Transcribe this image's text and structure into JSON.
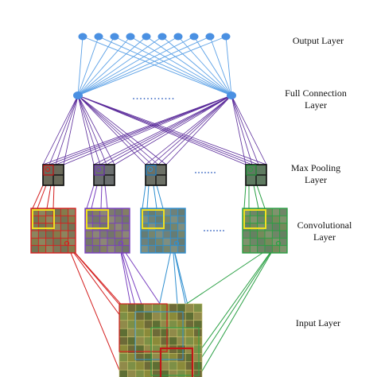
{
  "labels": {
    "output": "Output Layer",
    "full_connection": "Full Connection\nLayer",
    "max_pooling": "Max Pooling\nLayer",
    "convolutional": "Convolutional\nLayer",
    "input": "Input Layer"
  },
  "layers": {
    "output_nodes": 10,
    "full_connection_nodes": 2,
    "pooling_maps": 4,
    "conv_maps": 4,
    "input_grid": 10,
    "conv_grid": 6
  },
  "colors": {
    "map_colors": [
      "#d42020",
      "#7a40c0",
      "#2f8fd0",
      "#2aa044"
    ],
    "node": "#4a90e2",
    "output_edges": "#5aa0e6",
    "full_edges": "#5a2a9a",
    "highlight": "#f0e020",
    "pool_border": "#111111",
    "label_text": "#111111"
  }
}
